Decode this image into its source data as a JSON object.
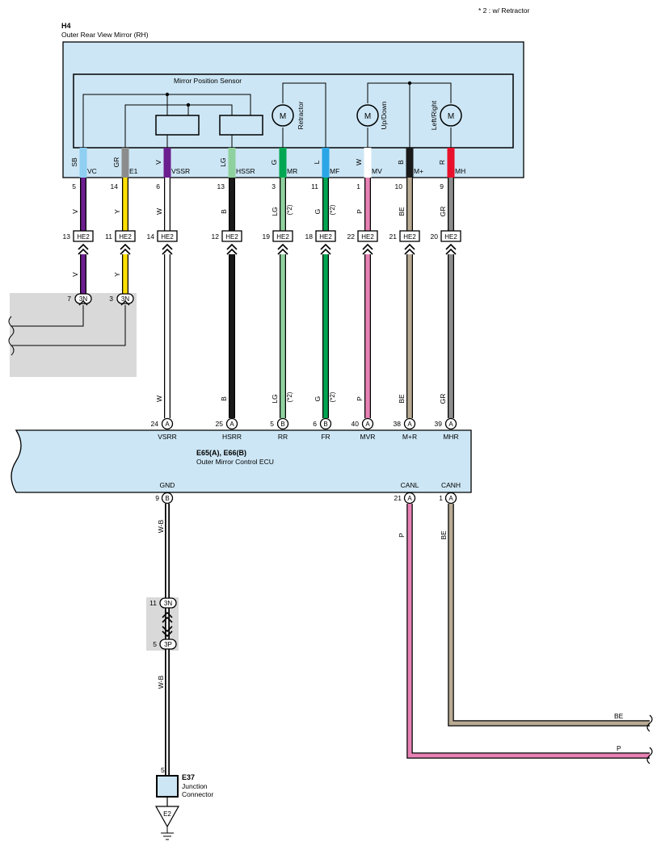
{
  "note": {
    "text": "* 2 : w/ Retractor"
  },
  "mirror": {
    "code": "H4",
    "name": "Outer Rear View Mirror (RH)",
    "sensor_label": "Mirror Position Sensor",
    "motor_symbol": "M",
    "motors": [
      "Retractor",
      "Up/Down",
      "Left/Right"
    ]
  },
  "ecu": {
    "code": "E65(A), E66(B)",
    "name": "Outer Mirror Control ECU"
  },
  "circuits": [
    {
      "terminal": "VC",
      "color_top": "SB",
      "pin_mirror": "5",
      "mid_color": "V",
      "he2_pin": "13",
      "lower_color": "V",
      "fill": "#6b1e8e",
      "top_fill": "#8ecff2",
      "end": {
        "type": "connector",
        "code": "3N",
        "pin": "7"
      }
    },
    {
      "terminal": "E1",
      "color_top": "GR",
      "pin_mirror": "14",
      "mid_color": "Y",
      "he2_pin": "11",
      "lower_color": "Y",
      "fill": "#ffe000",
      "top_fill": "#8c8c8c",
      "end": {
        "type": "connector",
        "code": "3N",
        "pin": "3"
      }
    },
    {
      "terminal": "VSSR",
      "color_top": "V",
      "pin_mirror": "6",
      "mid_color": "W",
      "he2_pin": "14",
      "lower_color": "W",
      "fill": "#ffffff",
      "top_fill": "#6b1e8e",
      "end": {
        "type": "ecu",
        "code": "A",
        "pin": "24",
        "label": "VSRR"
      }
    },
    {
      "terminal": "HSSR",
      "color_top": "LG",
      "pin_mirror": "13",
      "mid_color": "B",
      "he2_pin": "12",
      "lower_color": "B",
      "fill": "#1a1a1a",
      "top_fill": "#8fd19e",
      "end": {
        "type": "ecu",
        "code": "A",
        "pin": "25",
        "label": "HSRR"
      }
    },
    {
      "terminal": "MR",
      "color_top": "G",
      "pin_mirror": "3",
      "mid_color": "LG",
      "he2_pin": "19",
      "lower_color": "LG",
      "fill": "#8fd19e",
      "top_fill": "#00a651",
      "star": "(*2)",
      "end": {
        "type": "ecu",
        "code": "B",
        "pin": "5",
        "label": "RR"
      }
    },
    {
      "terminal": "MF",
      "color_top": "L",
      "pin_mirror": "11",
      "mid_color": "G",
      "he2_pin": "18",
      "lower_color": "G",
      "fill": "#00a651",
      "top_fill": "#2aa5e6",
      "star": "(*2)",
      "end": {
        "type": "ecu",
        "code": "B",
        "pin": "6",
        "label": "FR"
      }
    },
    {
      "terminal": "MV",
      "color_top": "W",
      "pin_mirror": "1",
      "mid_color": "P",
      "he2_pin": "22",
      "lower_color": "P",
      "fill": "#e882b4",
      "top_fill": "#ffffff",
      "end": {
        "type": "ecu",
        "code": "A",
        "pin": "40",
        "label": "MVR"
      }
    },
    {
      "terminal": "M+",
      "color_top": "B",
      "pin_mirror": "10",
      "mid_color": "BE",
      "he2_pin": "21",
      "lower_color": "BE",
      "fill": "#b9aa94",
      "top_fill": "#1a1a1a",
      "end": {
        "type": "ecu",
        "code": "A",
        "pin": "38",
        "label": "M+R"
      }
    },
    {
      "terminal": "MH",
      "color_top": "R",
      "pin_mirror": "9",
      "mid_color": "GR",
      "he2_pin": "20",
      "lower_color": "GR",
      "fill": "#8c8c8c",
      "top_fill": "#e8102a",
      "end": {
        "type": "ecu",
        "code": "A",
        "pin": "39",
        "label": "MHR"
      }
    }
  ],
  "he2_code": "HE2",
  "ground": {
    "terminal": "GND",
    "pin": "9",
    "code": "B",
    "color_top": "W-B",
    "color_bottom": "W-B",
    "connector_a": {
      "code": "3N",
      "pin": "11"
    },
    "connector_b": {
      "code": "3P",
      "pin": "5"
    },
    "symbol": "E2"
  },
  "junction": {
    "code": "E37",
    "name_line1": "Junction",
    "name_line2": "Connector",
    "pin": "5"
  },
  "can": {
    "canl": {
      "terminal": "CANL",
      "pin": "21",
      "code": "A",
      "color": "P",
      "fill": "#e882b4"
    },
    "canh": {
      "terminal": "CANH",
      "pin": "1",
      "code": "A",
      "color": "BE",
      "fill": "#b9aa94"
    }
  }
}
